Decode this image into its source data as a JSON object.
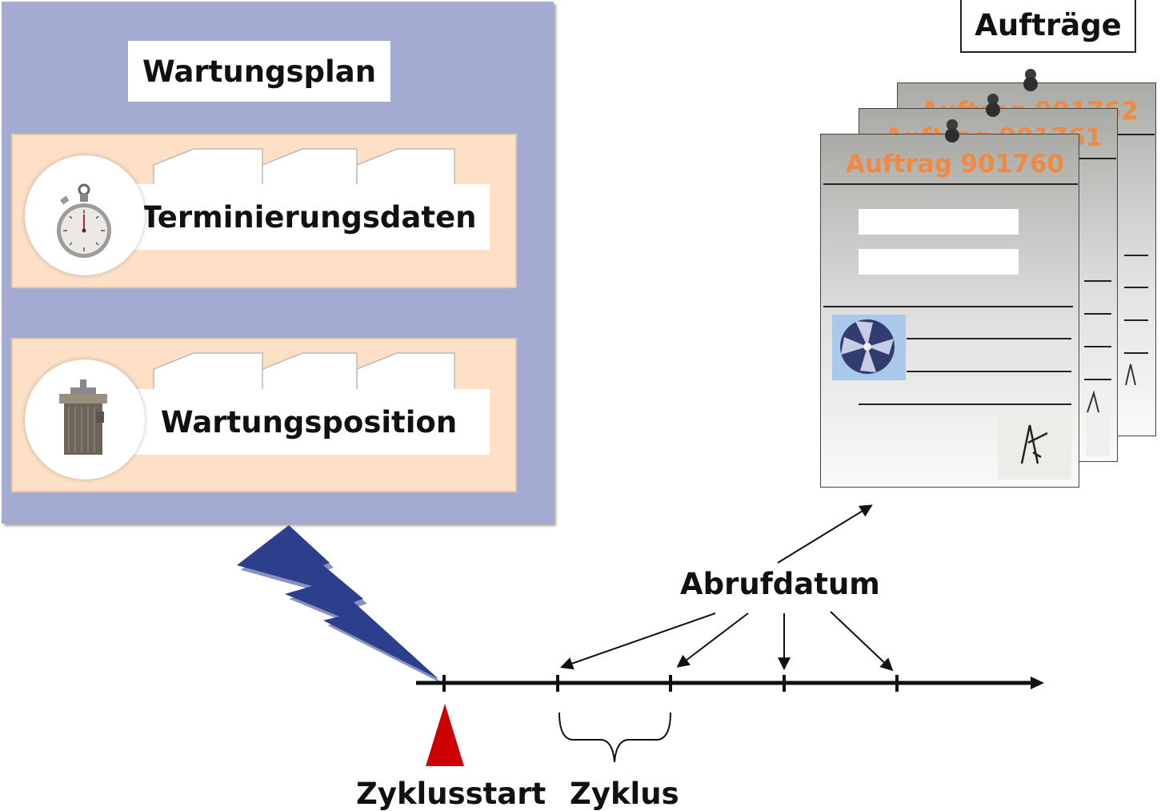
{
  "plan": {
    "title": "Wartungsplan",
    "items": [
      {
        "label": "Terminierungsdaten",
        "icon": "stopwatch-icon"
      },
      {
        "label": "Wartungsposition",
        "icon": "motor-icon"
      }
    ]
  },
  "orders": {
    "title": "Aufträge",
    "cards": [
      "Auftrag 901762",
      "Auftrag 901761",
      "Auftrag 901760"
    ]
  },
  "timeline": {
    "callout": "Abrufdatum",
    "start_label": "Zyklusstart",
    "cycle_label": "Zyklus"
  },
  "colors": {
    "plan_bg": "#a3abd3",
    "band_bg": "#fde0c6",
    "order_title": "#f08a42",
    "lightning": "#2b3f8c",
    "start_marker": "#cc0000"
  }
}
